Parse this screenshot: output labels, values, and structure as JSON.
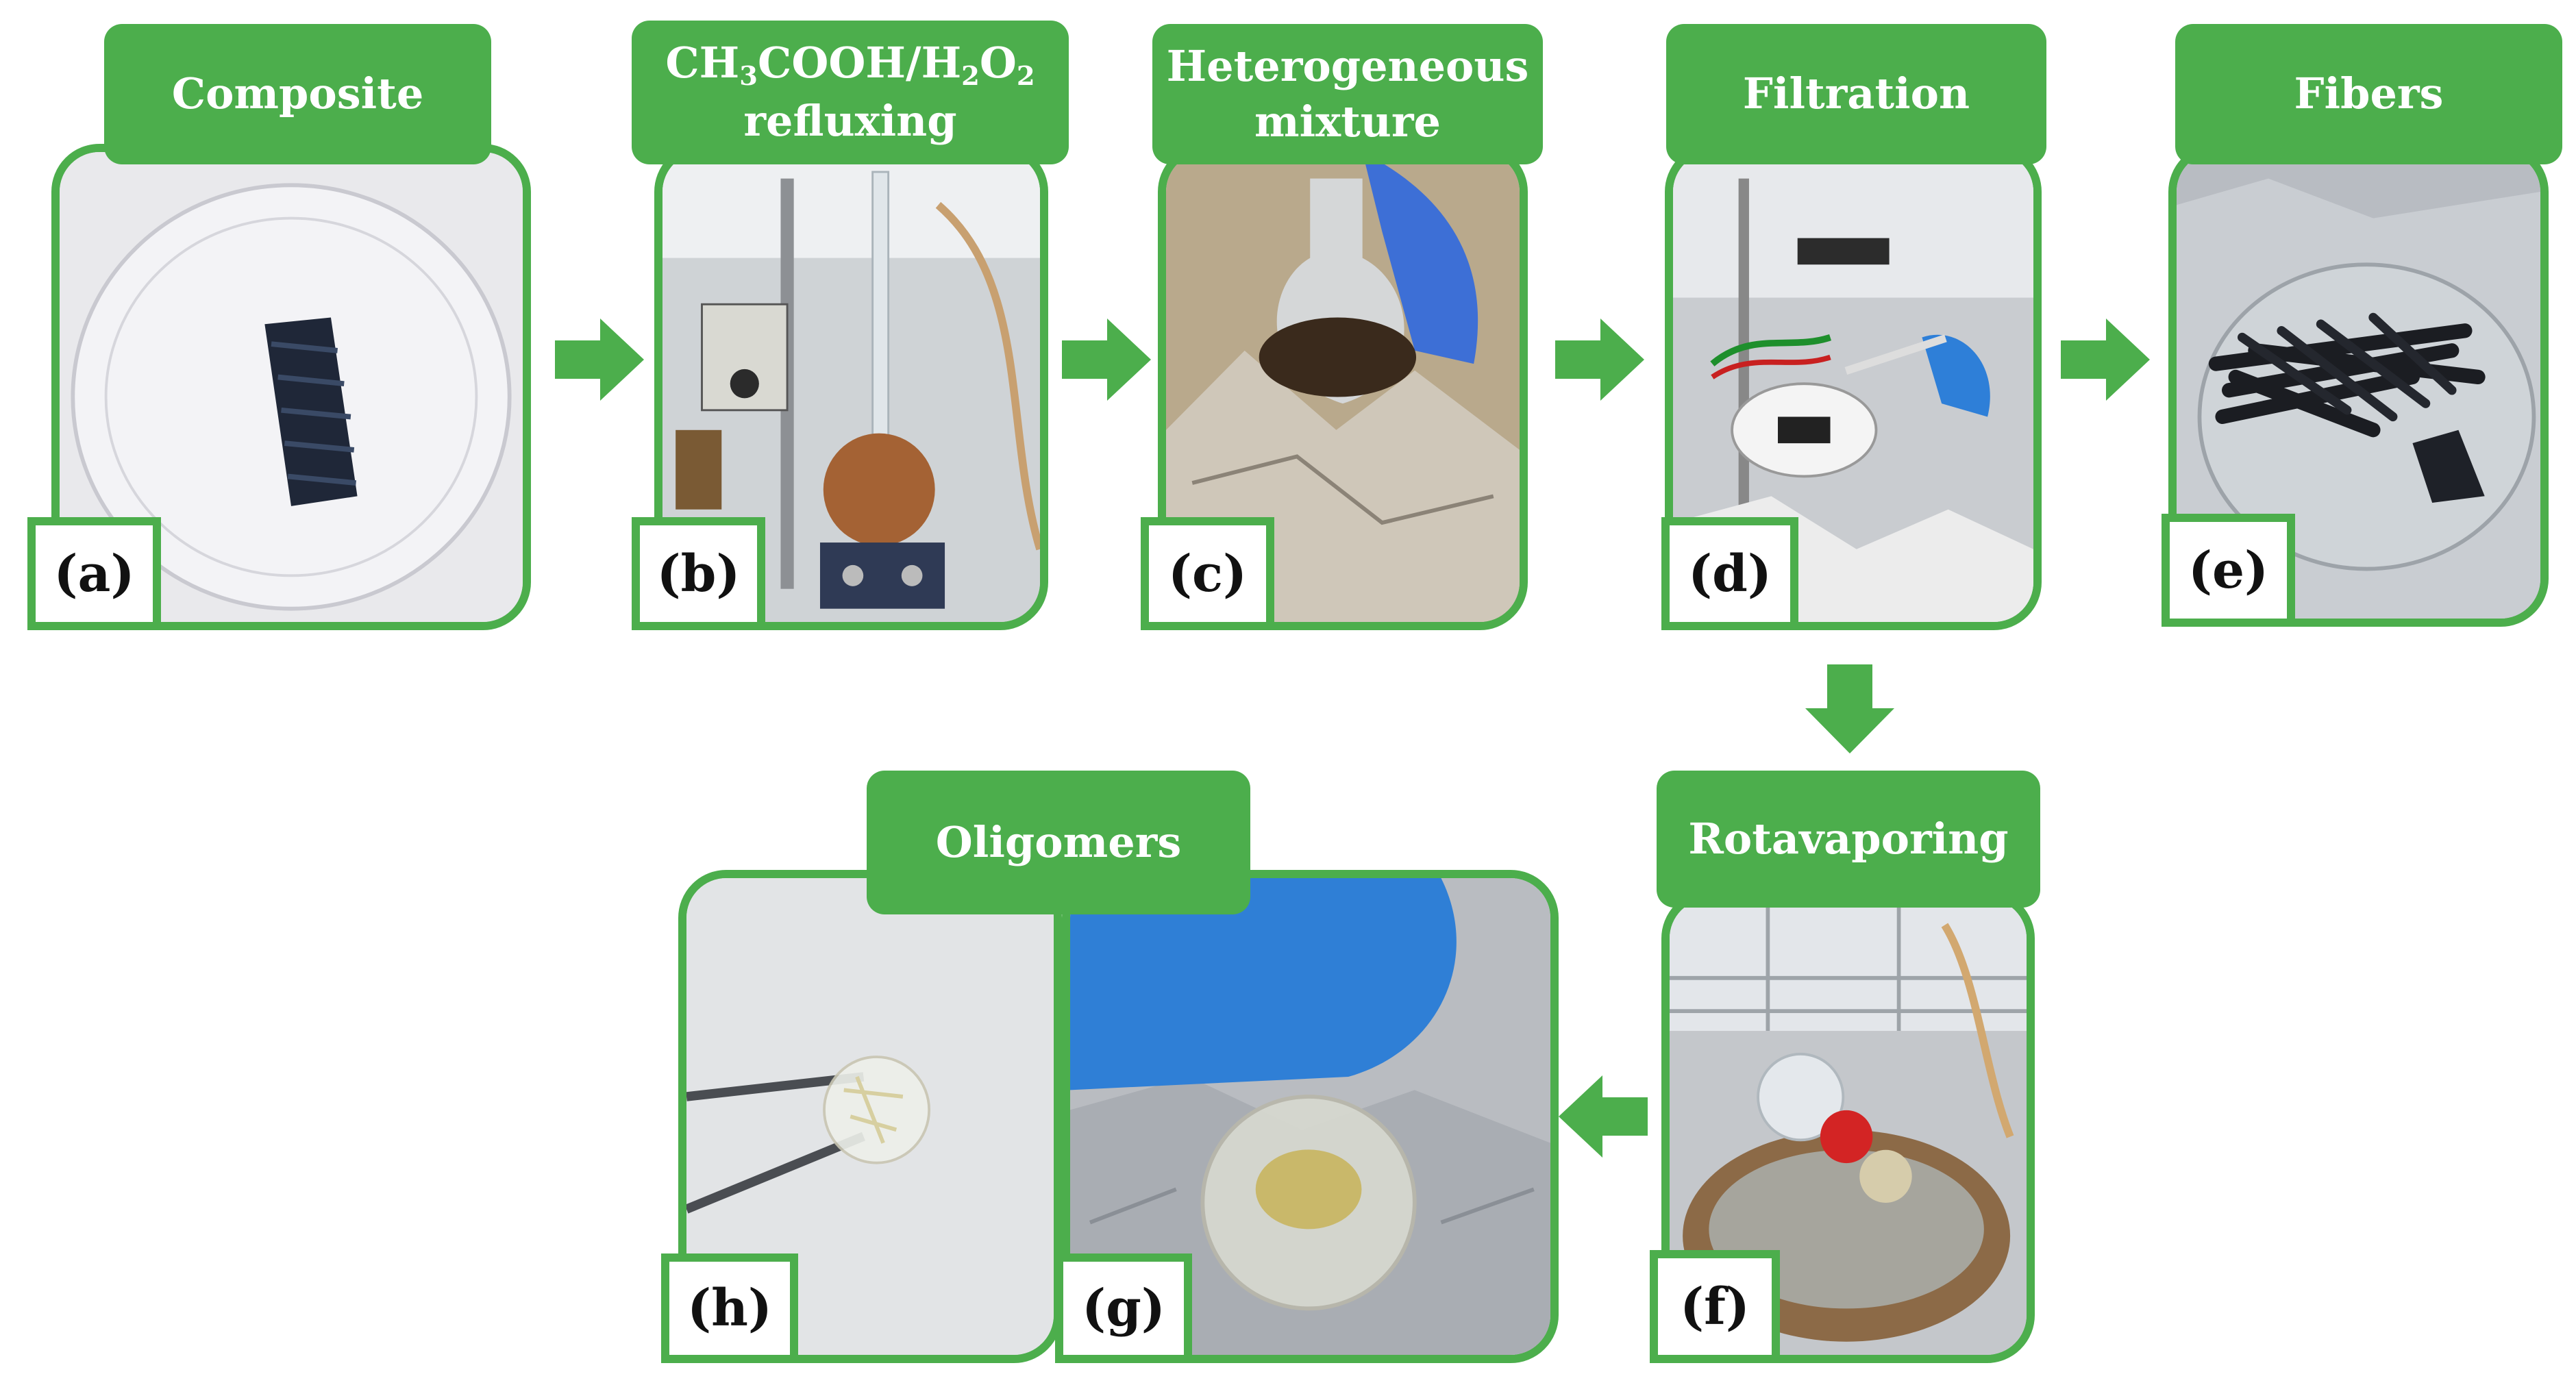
{
  "colors": {
    "accent": "#4cae4c",
    "label_text": "#ffffff",
    "badge_text": "#111111"
  },
  "steps": {
    "a": {
      "title": "Composite",
      "label": "(a)"
    },
    "b": {
      "title_parts": [
        "CH",
        "3",
        "COOH/H",
        "2",
        "O",
        "2"
      ],
      "title_line2": "refluxing",
      "label": "(b)"
    },
    "c": {
      "title": "Heterogeneous mixture",
      "label": "(c)"
    },
    "d": {
      "title": "Filtration",
      "label": "(d)"
    },
    "e": {
      "title": "Fibers",
      "label": "(e)"
    },
    "f": {
      "title": "Rotavaporing",
      "label": "(f)"
    },
    "g": {
      "label": "(g)"
    },
    "h": {
      "label": "(h)"
    },
    "gh": {
      "title": "Oligomers"
    }
  }
}
